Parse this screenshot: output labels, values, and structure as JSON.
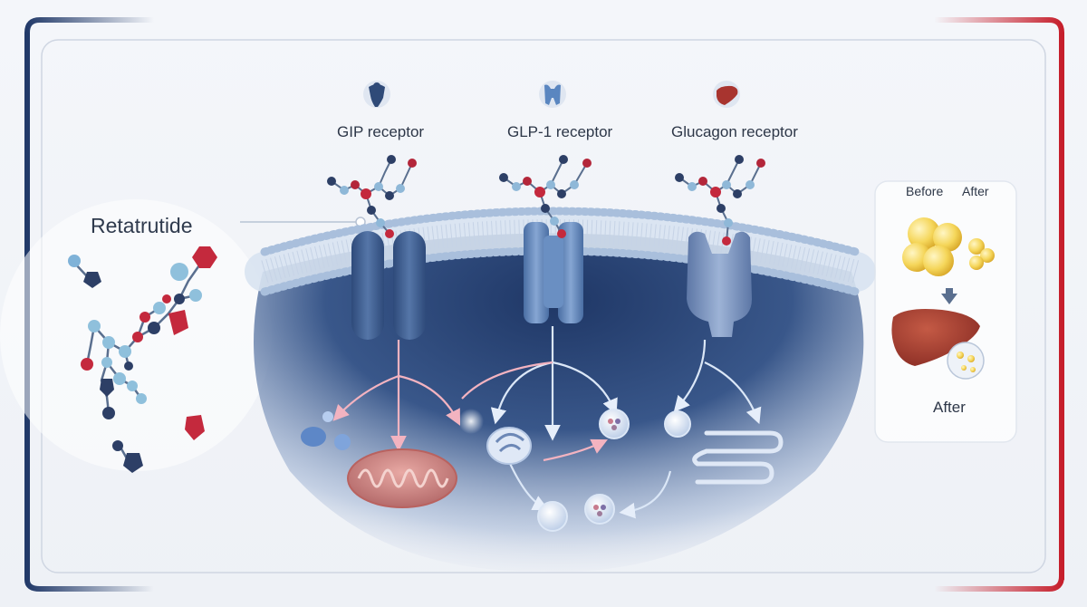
{
  "molecule": {
    "name": "Retatrutide"
  },
  "receptors": [
    {
      "label": "GIP receptor",
      "icon": "pancreas-icon",
      "color": "#3b5680"
    },
    {
      "label": "GLP-1 receptor",
      "icon": "stomach-icon",
      "color": "#5a86c0"
    },
    {
      "label": "Glucagon receptor",
      "icon": "liver-icon",
      "color": "#a8342f"
    }
  ],
  "inset": {
    "before_label": "Before",
    "after_label": "After",
    "bottom_label": "After"
  },
  "colors": {
    "accent_blue": "#233d6b",
    "accent_red": "#c8262f",
    "membrane": "#9fb6d4",
    "cytoplasm": "#2f4a78"
  }
}
